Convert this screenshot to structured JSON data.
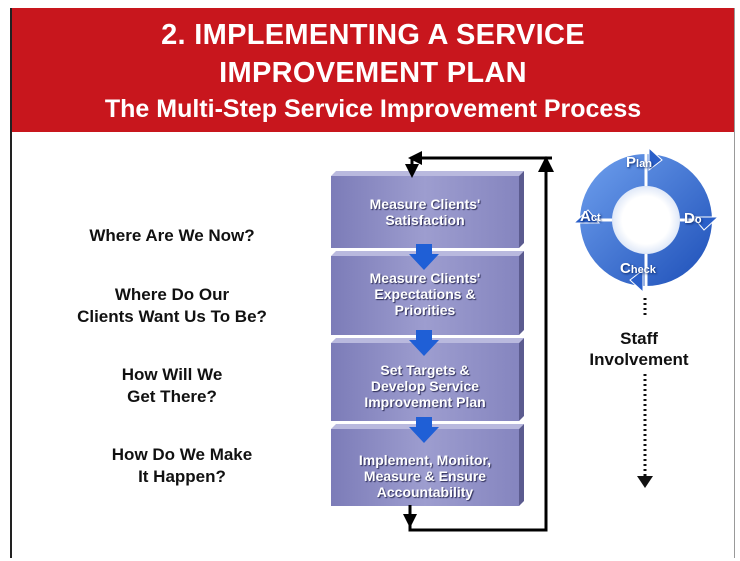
{
  "header": {
    "title_line1": "2. IMPLEMENTING A SERVICE",
    "title_line2": "IMPROVEMENT PLAN",
    "subtitle": "The Multi-Step Service Improvement Process",
    "background_color": "#c8161d"
  },
  "questions": [
    {
      "line1": "Where Are We Now?",
      "line2": ""
    },
    {
      "line1": "Where Do Our",
      "line2": "Clients Want Us To Be?"
    },
    {
      "line1": "How Will We",
      "line2": "Get There?"
    },
    {
      "line1": "How Do We Make",
      "line2": "It Happen?"
    }
  ],
  "steps": [
    {
      "line1": "Measure Clients'",
      "line2": "Satisfaction",
      "line3": ""
    },
    {
      "line1": "Measure Clients'",
      "line2": "Expectations &",
      "line3": "Priorities"
    },
    {
      "line1": "Set Targets &",
      "line2": "Develop Service",
      "line3": "Improvement Plan"
    },
    {
      "line1": "Implement, Monitor,",
      "line2": "Measure & Ensure",
      "line3": "Accountability"
    }
  ],
  "pdca": {
    "plan": {
      "initial": "P",
      "rest": "lan"
    },
    "do": {
      "initial": "D",
      "rest": "o"
    },
    "check": {
      "initial": "C",
      "rest": "heck"
    },
    "act": {
      "initial": "A",
      "rest": "ct"
    },
    "color": "#2a5fc9"
  },
  "staff": {
    "line1": "Staff",
    "line2": "Involvement"
  },
  "colors": {
    "step_box": "#8e8ec2",
    "connector_arrow": "#1f5fd6",
    "loop_line": "#000000"
  }
}
